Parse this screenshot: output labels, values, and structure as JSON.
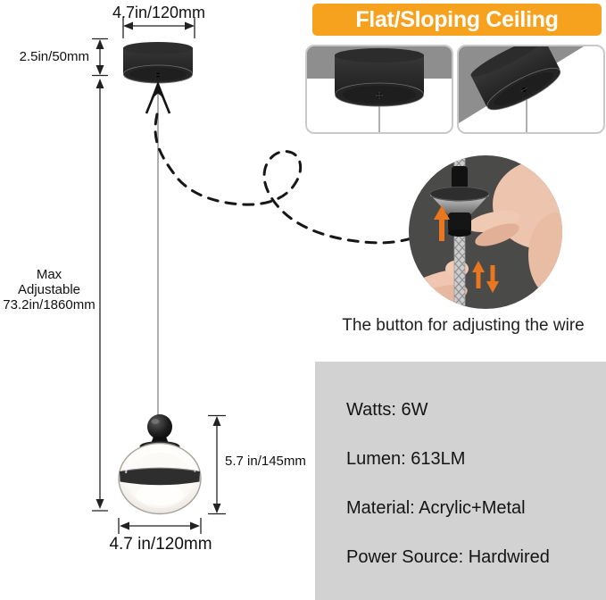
{
  "annotations": {
    "canopy_width": "4.7in/120mm",
    "canopy_height": "2.5in/50mm",
    "max_adjustable_line1": "Max",
    "max_adjustable_line2": "Adjustable",
    "max_adjustable_line3": "73.2in/1860mm",
    "lamp_height": "5.7 in/145mm",
    "lamp_width": "4.7 in/120mm"
  },
  "banner": {
    "label": "Flat/Sloping Ceiling",
    "bg_color": "#F6A21E",
    "text_color": "#FFFFFF"
  },
  "callout": {
    "caption": "The button for adjusting the wire",
    "circle_bg_color": "#4A4A49",
    "arrow_color": "#E8771F"
  },
  "specs": {
    "bg_color": "#D2D2D2",
    "items": [
      "Watts: 6W",
      "Lumen: 613LM",
      "Material: Acrylic+Metal",
      "Power Source: Hardwired"
    ]
  },
  "colors": {
    "ceiling_gray": "#8E8E8E",
    "panel_border": "#C9C9C9",
    "dimension_line": "#222222",
    "canopy_black": "#232323",
    "wire_gray": "#7a7a7a"
  }
}
